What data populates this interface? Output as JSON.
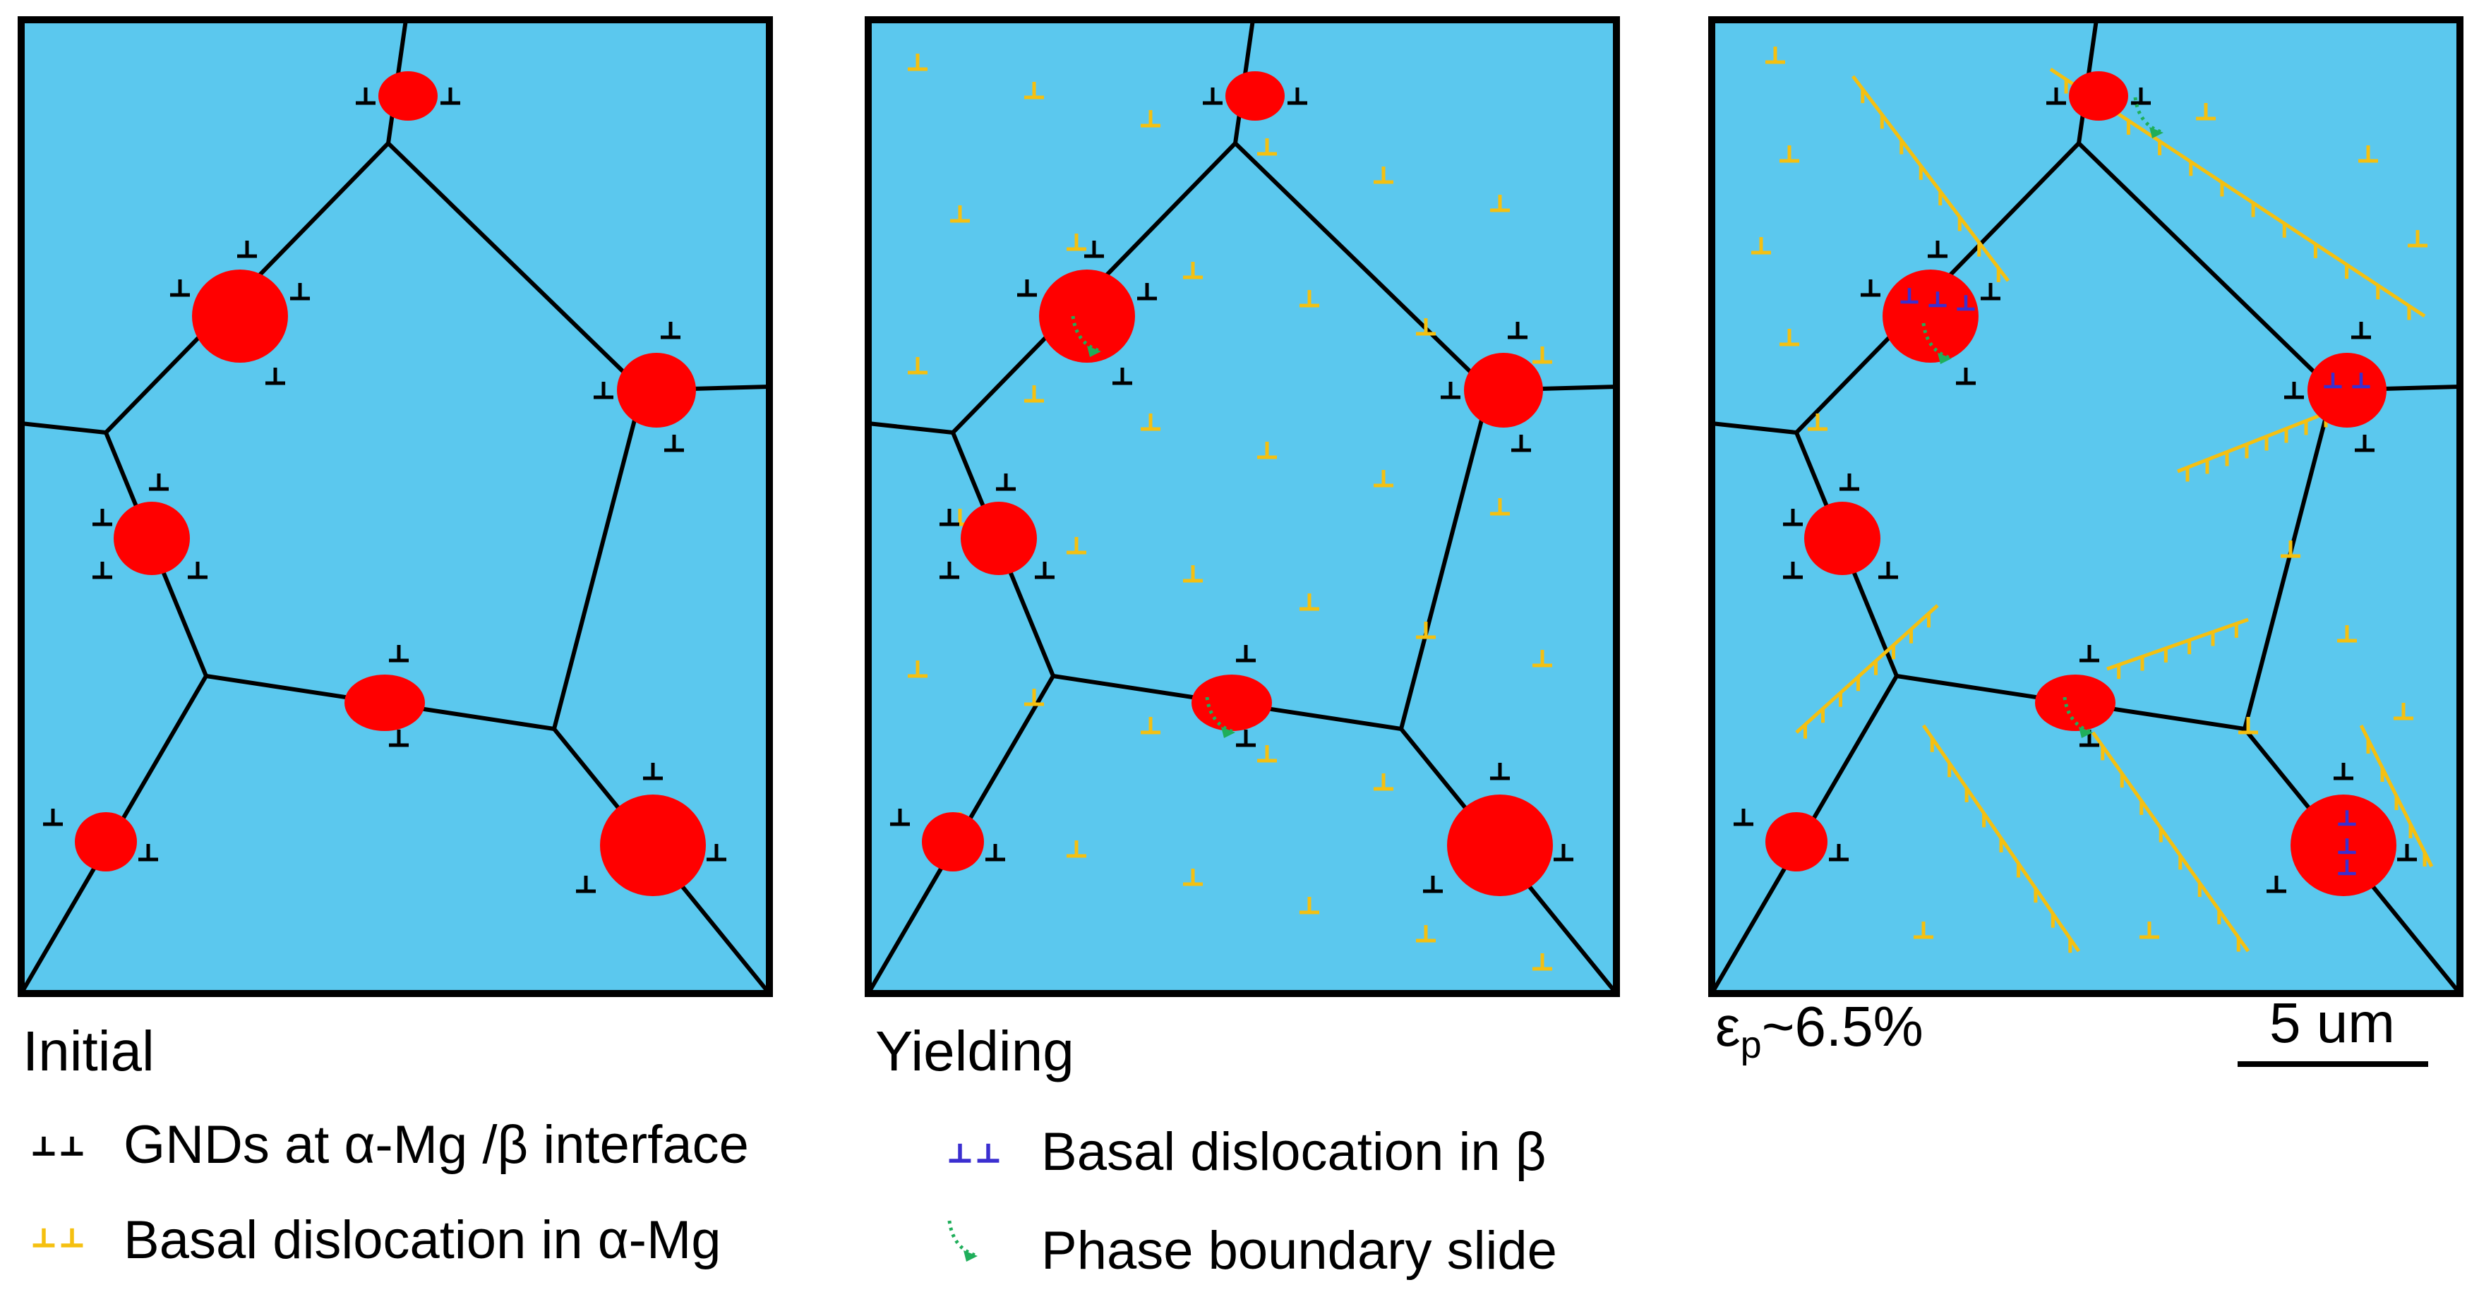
{
  "panels": [
    {
      "id": "initial",
      "label": "Initial"
    },
    {
      "id": "yielding",
      "label": "Yielding"
    },
    {
      "id": "strain",
      "label_main": "ε",
      "label_sub": "p",
      "label_rest": "~6.5%"
    }
  ],
  "scale_bar": {
    "label": "5 um"
  },
  "legend": {
    "gnd": "GNDs at α-Mg /β interface",
    "basal_alpha": "Basal dislocation in α-Mg",
    "basal_beta": "Basal dislocation in β",
    "slide": "Phase boundary slide"
  },
  "colors": {
    "matrix": "#5bc8ee",
    "particle": "#ff0000",
    "boundary": "#000000",
    "gnd": "#000000",
    "basal_alpha": "#f5c010",
    "basal_beta": "#3b2fd0",
    "slide": "#1fae5a"
  },
  "icons": [
    "gnd-symbol-icon",
    "basal-alpha-symbol-icon",
    "basal-beta-symbol-icon",
    "phase-slide-arrow-icon"
  ]
}
